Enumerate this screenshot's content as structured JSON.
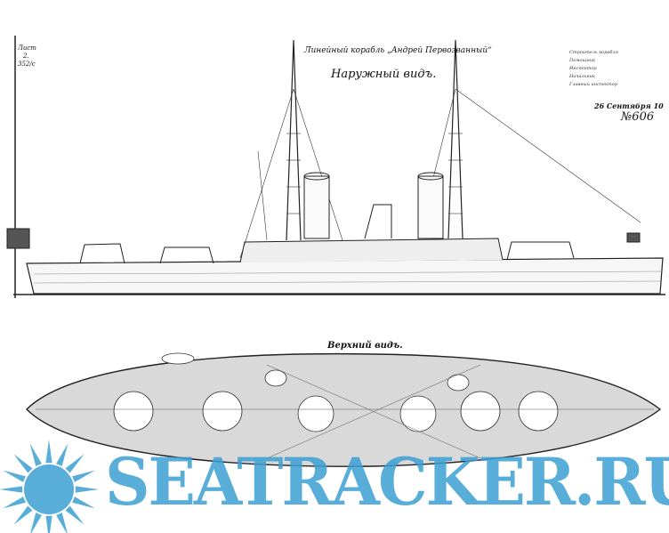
{
  "drawing": {
    "title": "Линейный корабль „Андрей Первозванный“",
    "side_view_label": "Наружный видъ.",
    "top_view_label": "Верхний видъ.",
    "sheet_ref": [
      "Лист",
      "2.",
      "352/с"
    ],
    "date": "26 Сентября 10",
    "number": "№606",
    "signatures": [
      "Строитель корабля",
      "Помощник",
      "Инспектор",
      "Начальник",
      "Главный инспектор"
    ]
  },
  "watermark": {
    "text": "SEATRACKER.RU",
    "color": "#3c9fd3"
  }
}
